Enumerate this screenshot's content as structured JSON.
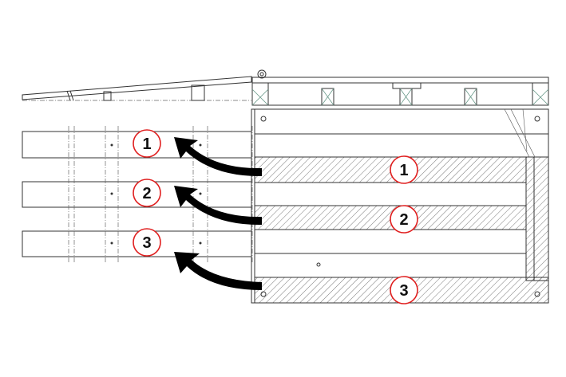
{
  "markers": {
    "source": [
      "1",
      "2",
      "3"
    ],
    "target": [
      "1",
      "2",
      "3"
    ]
  },
  "colors": {
    "marker_ring": "#e02020",
    "line": "#333333",
    "arrow": "#000000"
  }
}
